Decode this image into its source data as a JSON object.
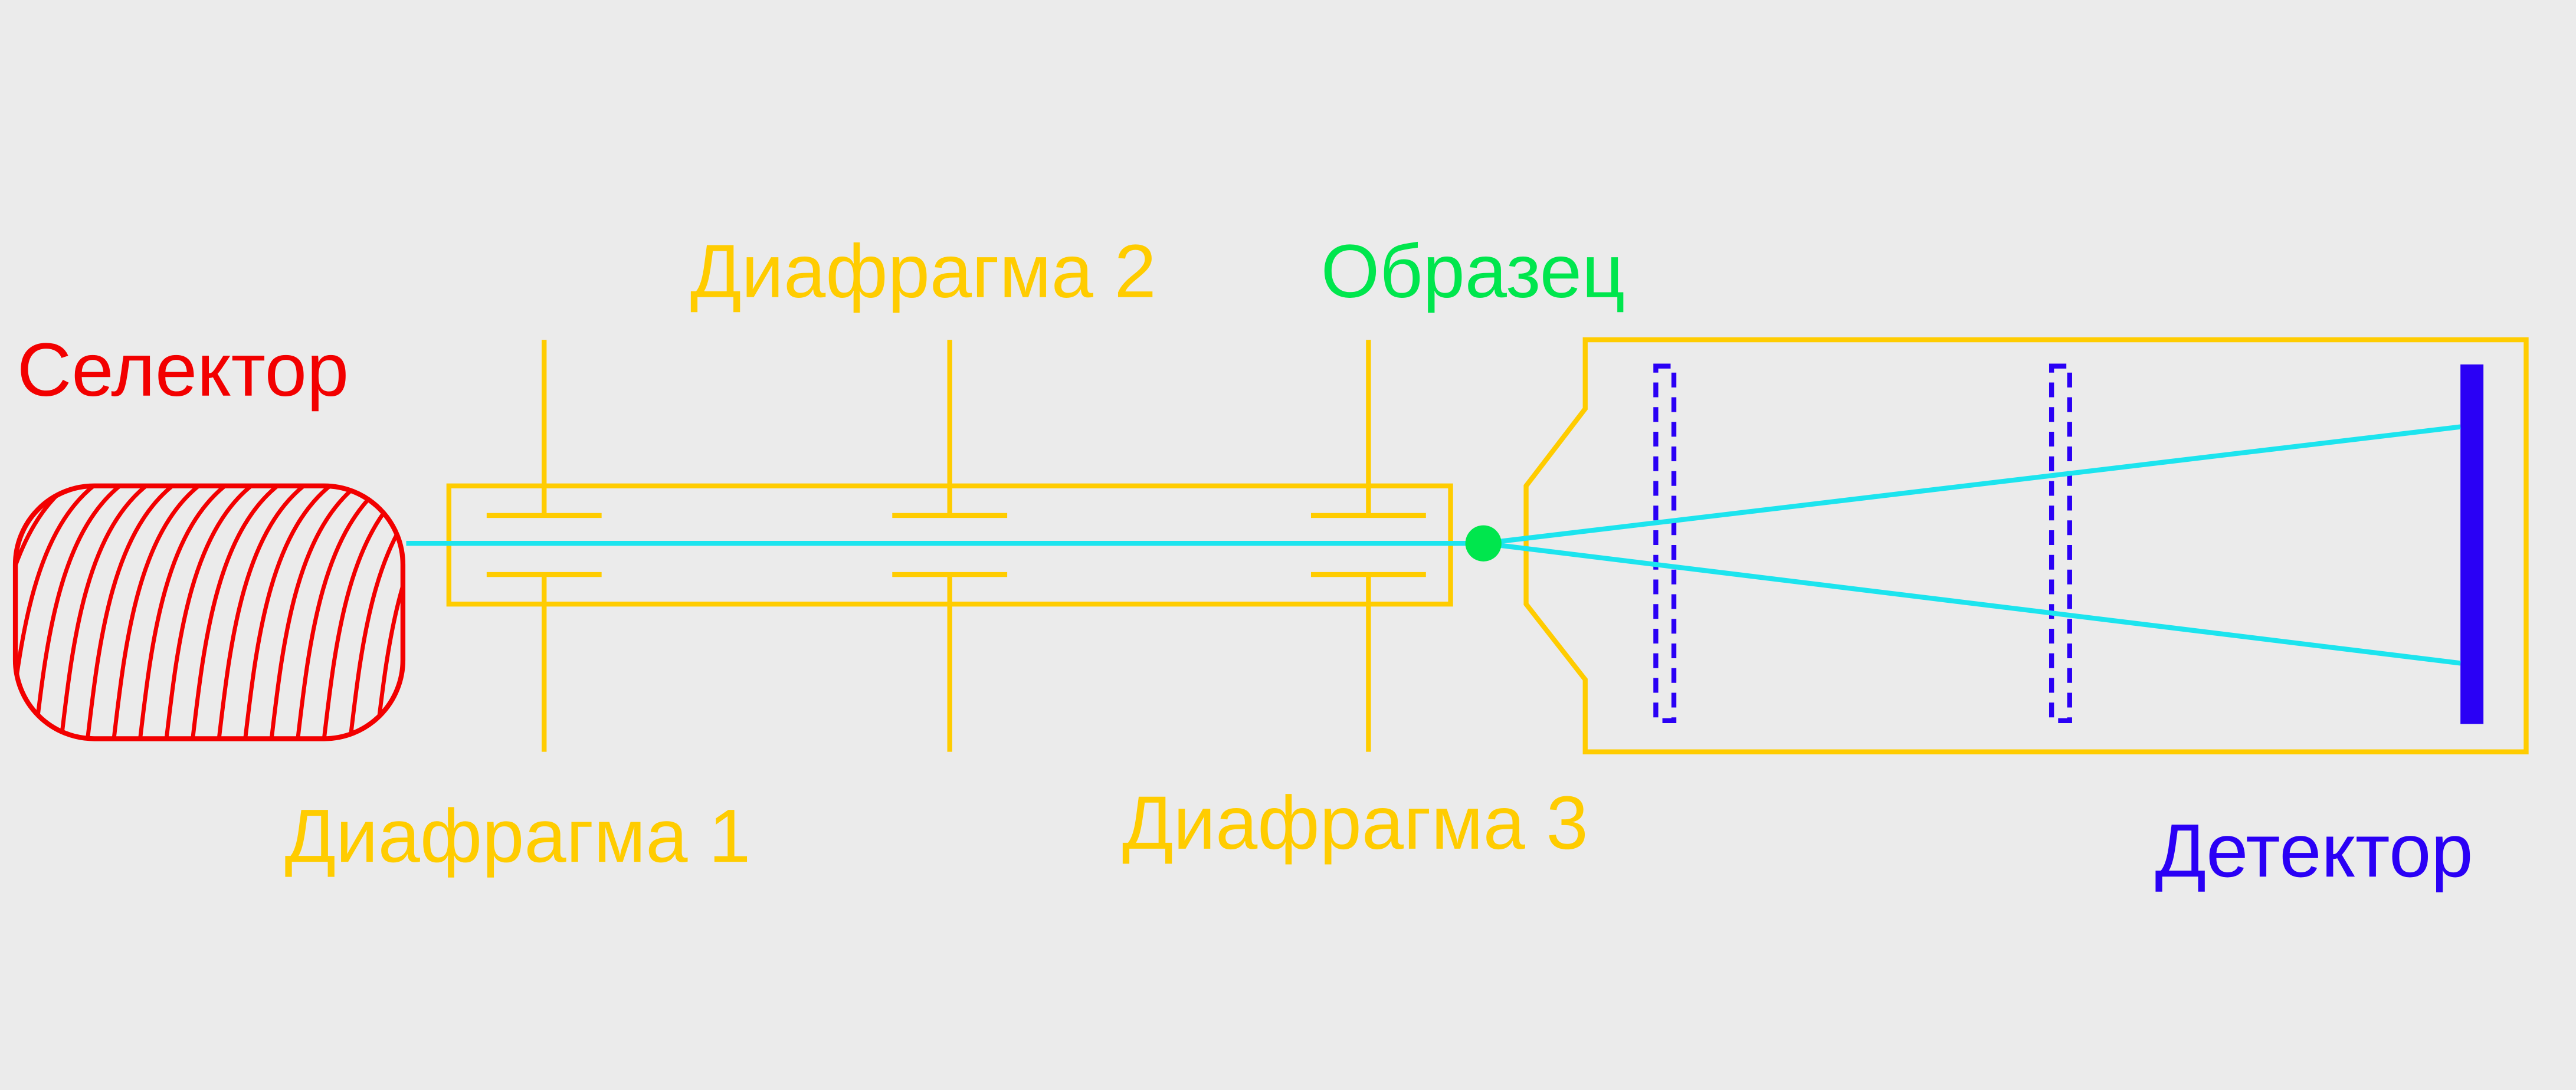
{
  "labels": {
    "selector": "Селектор",
    "aperture_1": "Диафрагма 1",
    "aperture_2": "Диафрагма 2",
    "aperture_3": "Диафрагма 3",
    "sample": "Образец",
    "detector": "Детектор"
  },
  "colors": {
    "background": "#ebebeb",
    "selector": "#f20000",
    "aperture": "#ffcc00",
    "sample": "#00e64d",
    "detector": "#2a00f5",
    "beam": "#1ce4ee"
  }
}
